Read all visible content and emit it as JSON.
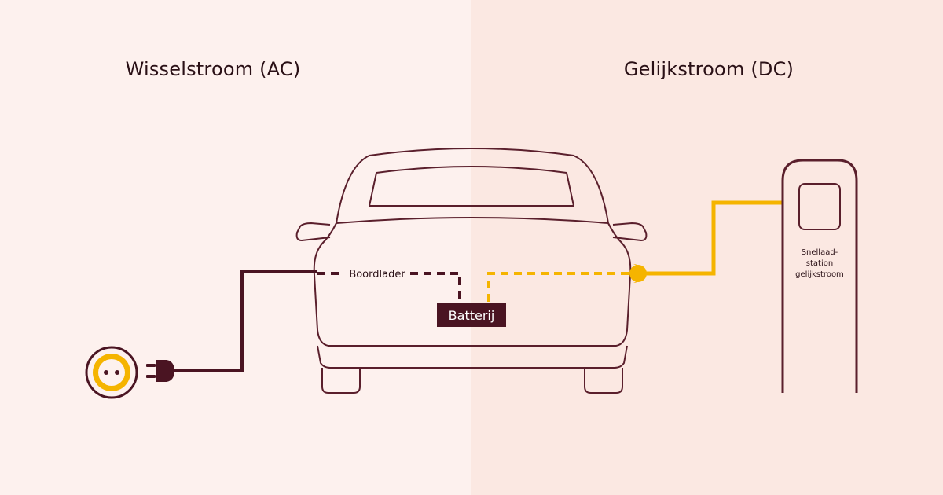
{
  "colors": {
    "background_left": "#fdf1ee",
    "background_right": "#fbe8e2",
    "maroon": "#4a1422",
    "outline": "#5a1f2c",
    "yellow": "#f5b400",
    "text": "#2a1016"
  },
  "sections": {
    "ac": {
      "title": "Wisselstroom (AC)"
    },
    "dc": {
      "title": "Gelijkstroom (DC)"
    }
  },
  "labels": {
    "onboard_charger": "Boordlader",
    "battery": "Batterij",
    "station_line1": "Snellaad-",
    "station_line2": "station",
    "station_line3": "gelijkstroom"
  },
  "icons": {
    "outlet": "wall-socket-icon",
    "plug": "plug-icon",
    "car": "car-front-icon",
    "station": "charging-station-icon"
  }
}
